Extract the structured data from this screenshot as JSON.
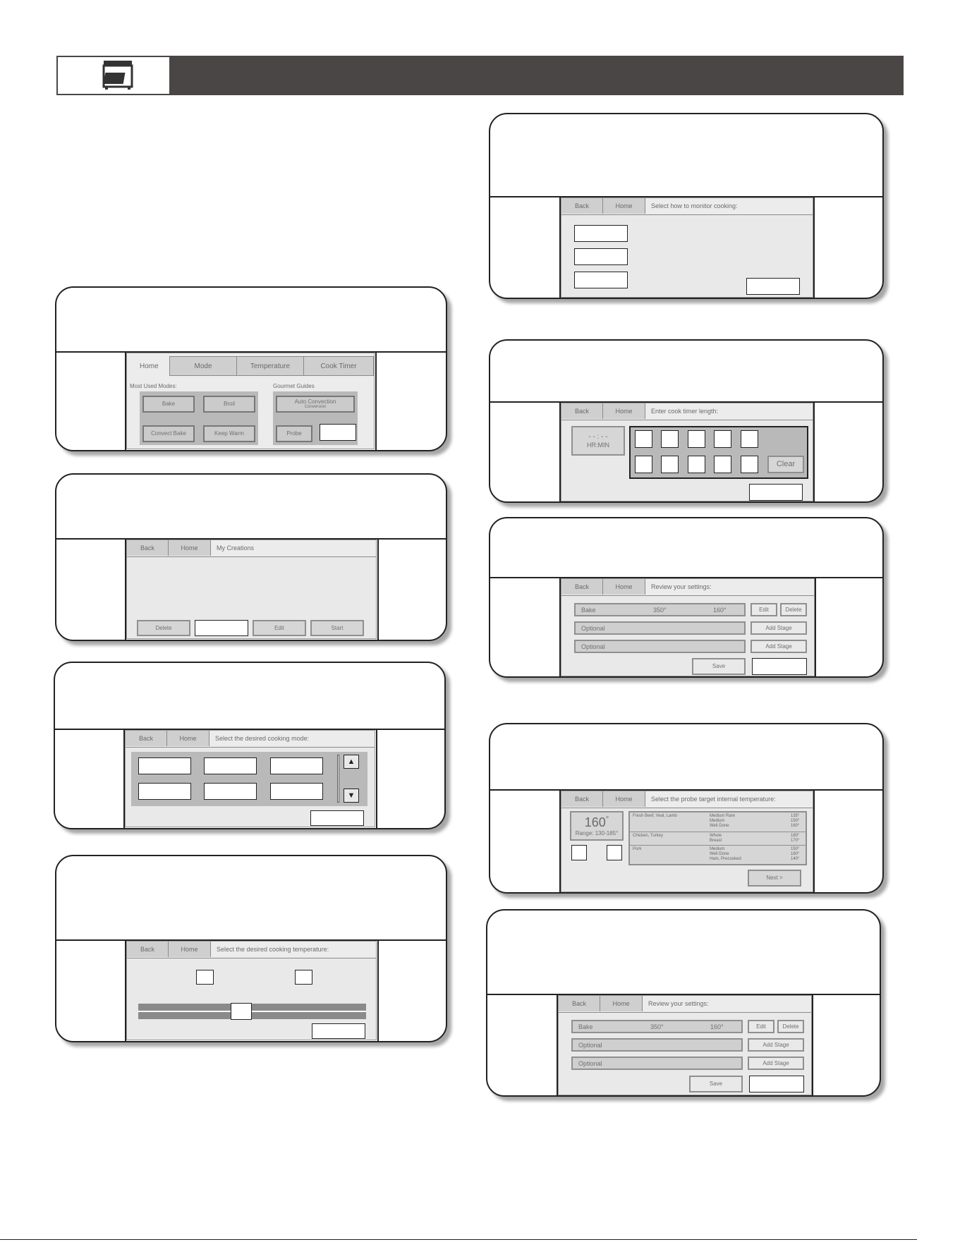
{
  "home_screen": {
    "tabs": [
      "Home",
      "Mode",
      "Temperature",
      "Cook Timer"
    ],
    "most_used_label": "Most Used Modes:",
    "gourmet_label": "Gourmet Guides",
    "modes": [
      "Bake",
      "Broil",
      "Convect Bake",
      "Keep Warm"
    ],
    "auto_conv_line1": "Auto Convection",
    "auto_conv_line2": "Conversion",
    "probe": "Probe"
  },
  "creations_screen": {
    "back": "Back",
    "home": "Home",
    "title": "My Creations",
    "buttons": [
      "Delete",
      "Edit",
      "Start"
    ]
  },
  "mode_screen": {
    "back": "Back",
    "home": "Home",
    "prompt": "Select the desired cooking mode:",
    "up_arrow": "▲",
    "down_arrow": "▼"
  },
  "temp_screen": {
    "back": "Back",
    "home": "Home",
    "prompt": "Select the desired cooking temperature:"
  },
  "monitor_screen": {
    "back": "Back",
    "home": "Home",
    "prompt": "Select how to monitor cooking:"
  },
  "timer_screen": {
    "back": "Back",
    "home": "Home",
    "prompt": "Enter cook timer length:",
    "display": "- - : - -",
    "unit": "HR:MIN",
    "clear": "Clear"
  },
  "review_screen_1": {
    "back": "Back",
    "home": "Home",
    "prompt": "Review your settings:",
    "mode": "Bake",
    "temp": "350°",
    "probe_temp": "160°",
    "edit": "Edit",
    "delete": "Delete",
    "optional": "Optional",
    "add_stage": "Add Stage",
    "save": "Save"
  },
  "probe_screen": {
    "back": "Back",
    "home": "Home",
    "prompt": "Select the probe target internal temperature:",
    "temp": "160",
    "deg": "°",
    "range": "Range: 130-185°",
    "rows": [
      {
        "food": "Fresh Beef, Veal, Lamb",
        "doneness": "Medium Rare\nMedium\nWell Done",
        "temps": "135°\n150°\n160°"
      },
      {
        "food": "Chicken, Turkey",
        "doneness": "Whole\nBreast",
        "temps": "180°\n170°"
      },
      {
        "food": "Pork",
        "doneness": "Medium\nWell Done\nHam, Precooked",
        "temps": "150°\n160°\n140°"
      }
    ],
    "next": "Next >"
  },
  "review_screen_2": {
    "back": "Back",
    "home": "Home",
    "prompt": "Review your settings:",
    "mode": "Bake",
    "temp": "350°",
    "probe_temp": "160°",
    "edit": "Edit",
    "delete": "Delete",
    "optional": "Optional",
    "add_stage": "Add Stage",
    "save": "Save"
  }
}
